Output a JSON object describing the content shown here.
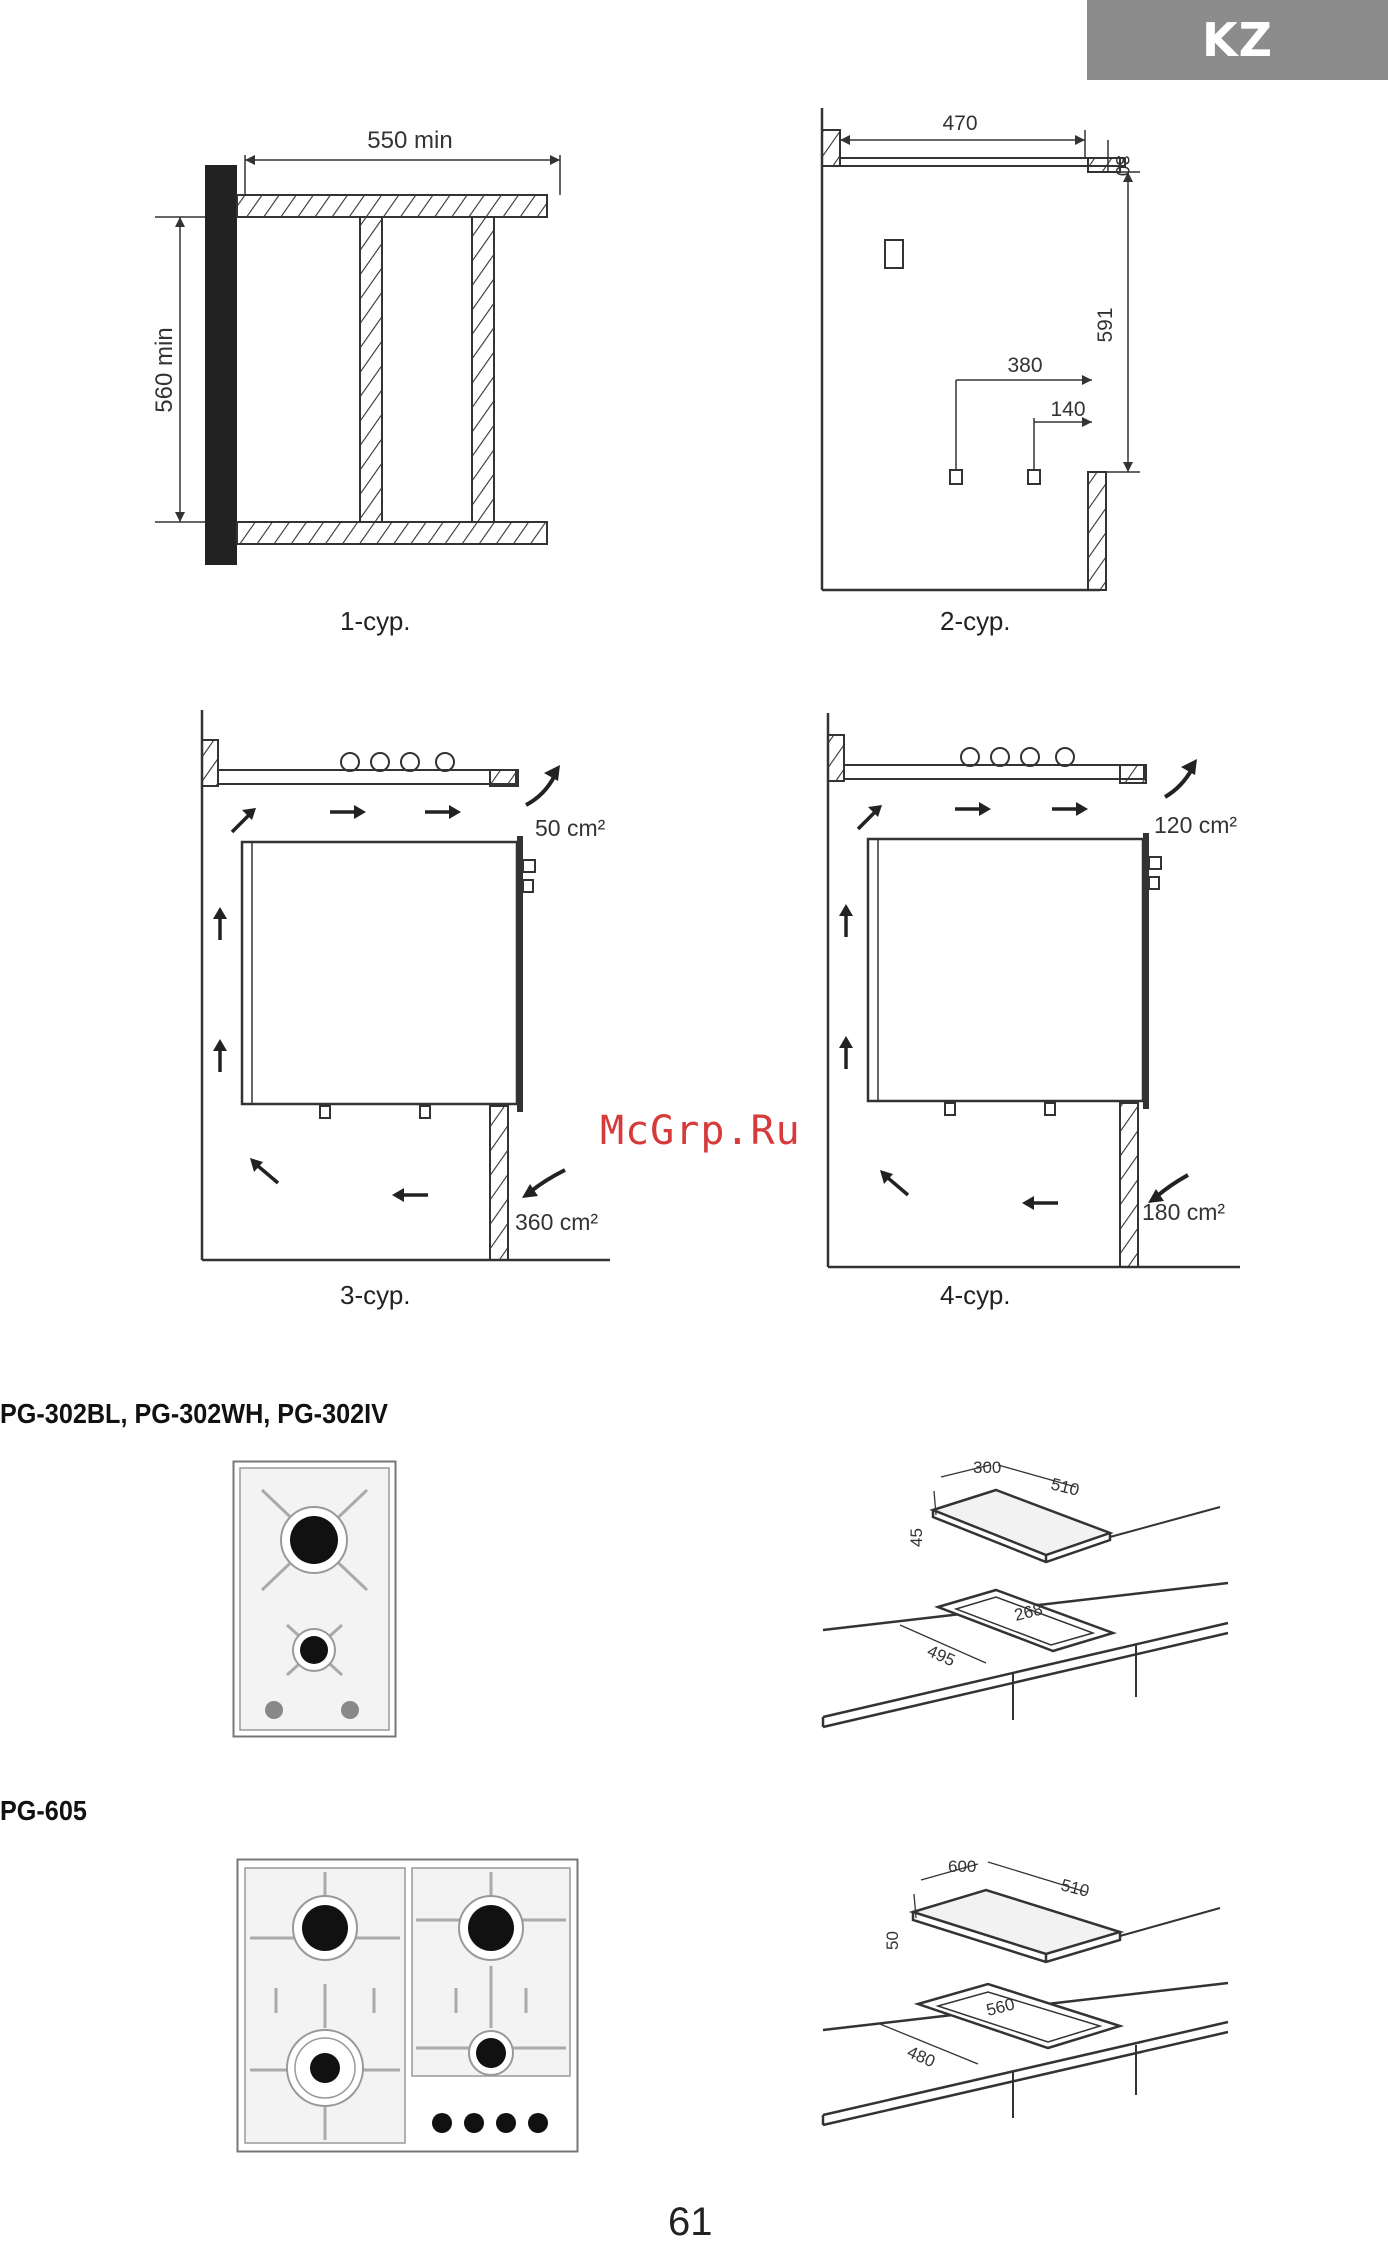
{
  "header": {
    "lang_badge": "KZ"
  },
  "figures": {
    "fig1": {
      "caption": "1-сур.",
      "dim_width": "550 min",
      "dim_height": "560 min"
    },
    "fig2": {
      "caption": "2-сур.",
      "dim_470": "470",
      "dim_30": "30",
      "dim_591": "591",
      "dim_380": "380",
      "dim_140": "140"
    },
    "fig3": {
      "caption": "3-сур.",
      "area_top": "50 cm²",
      "area_bottom": "360 cm²"
    },
    "fig4": {
      "caption": "4-сур.",
      "area_top": "120 cm²",
      "area_bottom": "180 cm²"
    }
  },
  "watermark": "McGrp.Ru",
  "models": {
    "pg302": {
      "title": "PG-302BL, PG-302WH, PG-302IV",
      "dims": {
        "width": "300",
        "depth": "510",
        "height": "45",
        "cut_width": "268",
        "cut_depth": "495"
      }
    },
    "pg605": {
      "title": "PG-605",
      "dims": {
        "width": "600",
        "depth": "510",
        "height": "50",
        "cut_width": "560",
        "cut_depth": "480"
      }
    }
  },
  "footer": {
    "page_number": "61"
  }
}
